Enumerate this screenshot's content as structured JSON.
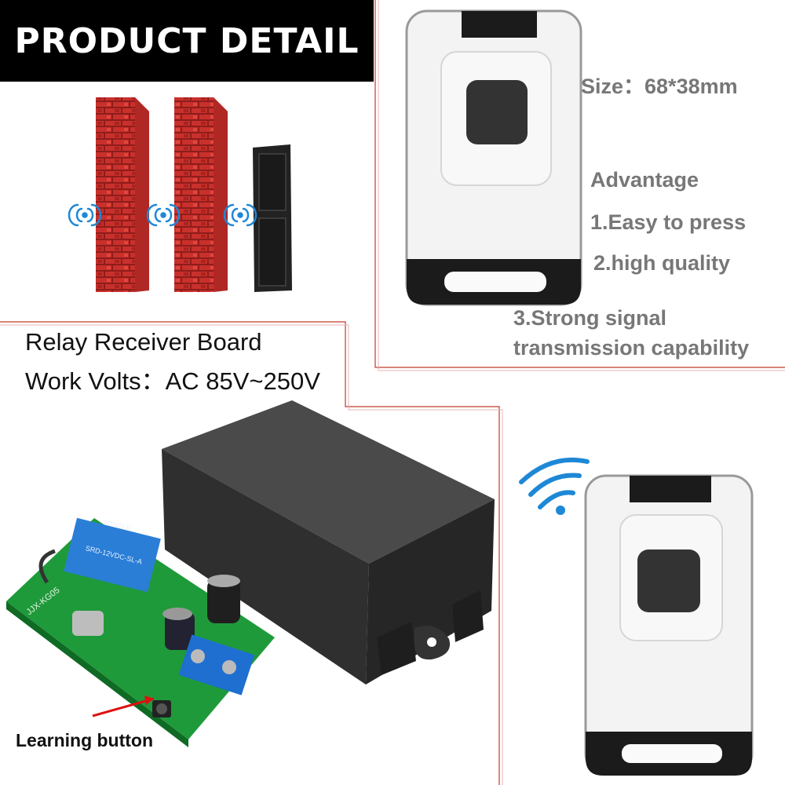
{
  "header": {
    "title": "PRODUCT DETAIL"
  },
  "remote_specs": {
    "size": "Size：68*38mm",
    "advantage_title": "Advantage",
    "advantages": [
      "1.Easy to press",
      "2.high quality",
      "3.Strong signal",
      "transmission capability"
    ]
  },
  "receiver": {
    "title": "Relay Receiver Board",
    "volts": "Work Volts：AC 85V~250V",
    "callout": "Learning button",
    "pcb_marking": "JJX-KG05",
    "relay_brand": "SONGLE",
    "relay_model": "SRD-12VDC-SL-A"
  },
  "colors": {
    "divider": "#c0392b",
    "brick": "#c9302c",
    "pcb": "#1f9a3a",
    "signal": "#1e88d6",
    "case": "#3a3a3a"
  }
}
